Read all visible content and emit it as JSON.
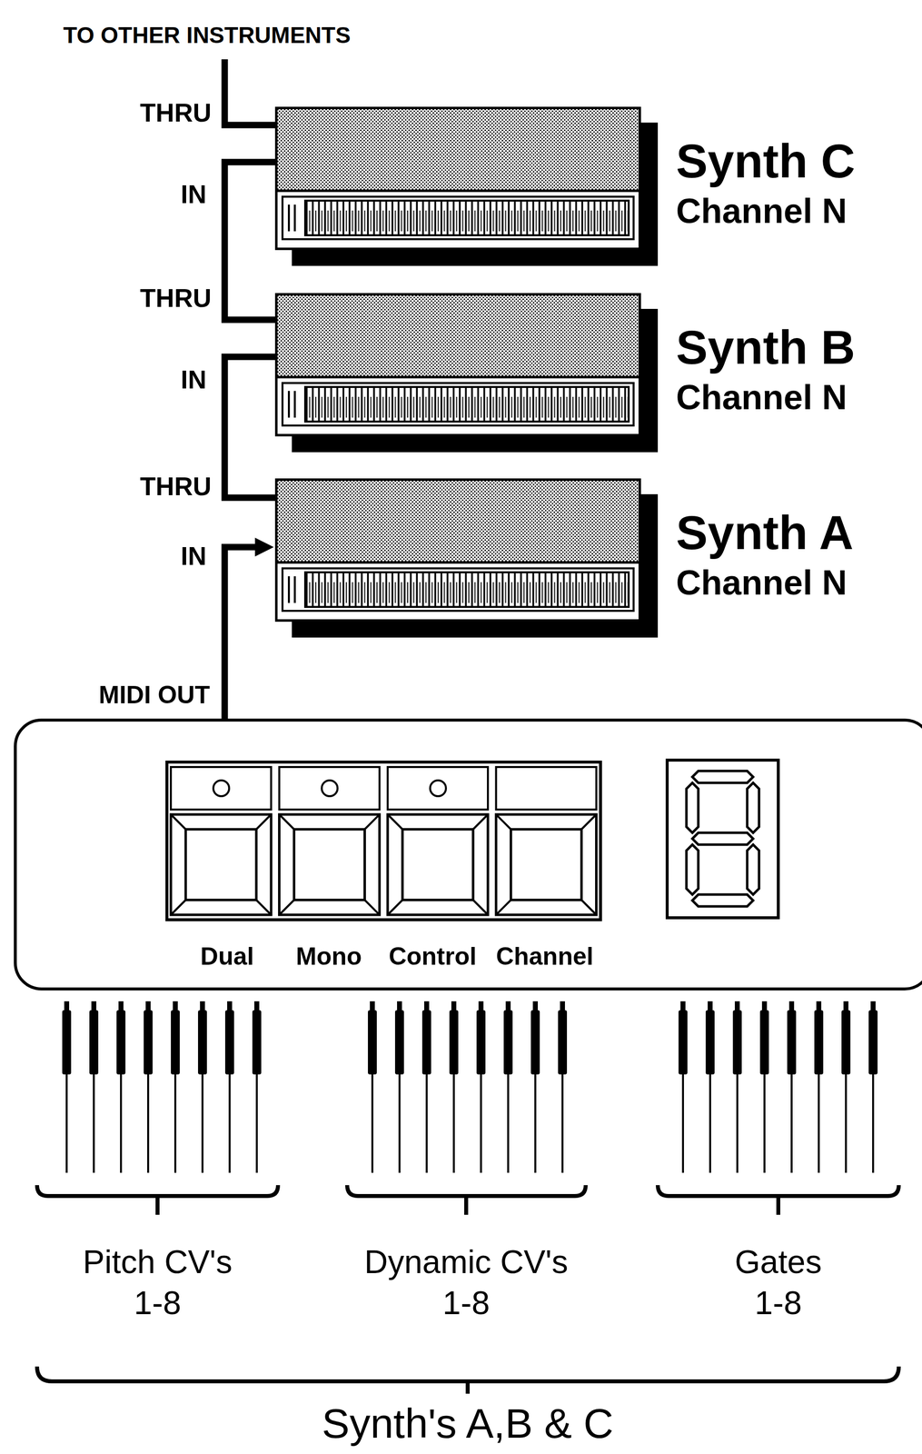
{
  "diagram": {
    "nodes": [
      {
        "text": [
          "Synth C",
          "Channel N"
        ]
      },
      {
        "text": [
          "Synth B",
          "Channel N"
        ]
      },
      {
        "text": [
          "Synth A",
          "Channel N"
        ]
      },
      {
        "text": [
          "Dual",
          "Mono",
          "Control",
          "Channel"
        ]
      }
    ],
    "edges": [
      {
        "from": 3,
        "to": 2,
        "arrow": "to",
        "label": "MIDI OUT"
      },
      {
        "from": 2,
        "to": 1,
        "arrow": "none"
      },
      {
        "from": 1,
        "to": 0,
        "arrow": "none"
      }
    ],
    "labels": [
      "TO OTHER INSTRUMENTS",
      "THRU",
      "IN",
      "THRU",
      "IN",
      "THRU",
      "IN",
      "Pitch CV's 1-8",
      "Dynamic CV's 1-8",
      "Gates 1-8",
      "Synth's A,B & C"
    ]
  }
}
